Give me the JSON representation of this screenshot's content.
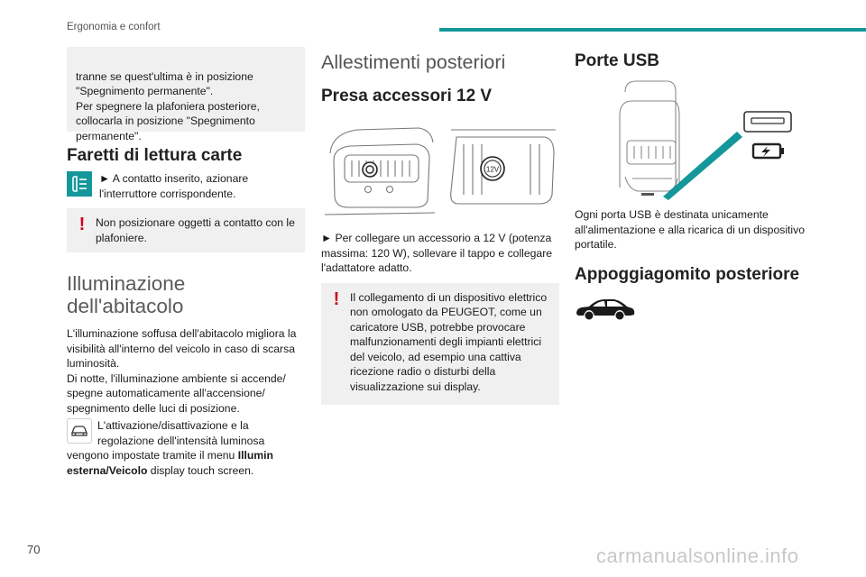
{
  "header": {
    "title": "Ergonomia e confort",
    "accent_color": "#13979b"
  },
  "col1": {
    "intro_box": "tranne se quest'ultima è in posizione \"Spegnimento permanente\".\nPer spegnere la plafoniera posteriore, collocarla in posizione \"Spegnimento permanente\".",
    "heading_reading": "Faretti di lettura carte",
    "reading_icon": "low-beam-lamp-icon",
    "reading_text": "► A contatto inserito, azionare l'interruttore corrispondente.",
    "reading_warning": "Non posizionare oggetti a contatto con le plafoniere.",
    "heading_lighting": "Illuminazione dell'abitacolo",
    "lighting_text": "L'illuminazione soffusa dell'abitacolo migliora la visibilità all'interno del veicolo in caso di scarsa luminosità.\nDi notte, l'illuminazione ambiente si accende/ spegne automaticamente all'accensione/ spegnimento delle luci di posizione.",
    "lighting_icon": "car-icon",
    "lighting_menu_before": "L'attivazione/disattivazione e la regolazione dell'intensità luminosa vengono impostate tramite il menu ",
    "lighting_menu_bold": "Illumin esterna/Veicolo",
    "lighting_menu_after": " display touch screen."
  },
  "col2": {
    "section_title": "Allestimenti posteriori",
    "heading_socket": "Presa accessori 12 V",
    "socket_label": "12V",
    "socket_text": "► Per collegare un accessorio a 12 V (potenza massima: 120 W), sollevare il tappo e collegare l'adattatore adatto.",
    "socket_warning": "Il collegamento di un dispositivo elettrico non omologato da PEUGEOT, come un caricatore USB, potrebbe provocare malfunzionamenti degli impianti elettrici del veicolo, ad esempio una cattiva ricezione radio o disturbi della visualizzazione sui display."
  },
  "col3": {
    "heading_usb": "Porte USB",
    "usb_icons": [
      "usb-port-icon",
      "battery-charging-icon"
    ],
    "usb_text": "Ogni porta USB è destinata unicamente all'alimentazione e alla ricarica di un dispositivo portatile.",
    "heading_armrest": "Appoggiagomito posteriore",
    "armrest_icon": "car-silhouette-icon"
  },
  "footer": {
    "page_number": "70",
    "watermark": "carmanualsonline.info"
  }
}
